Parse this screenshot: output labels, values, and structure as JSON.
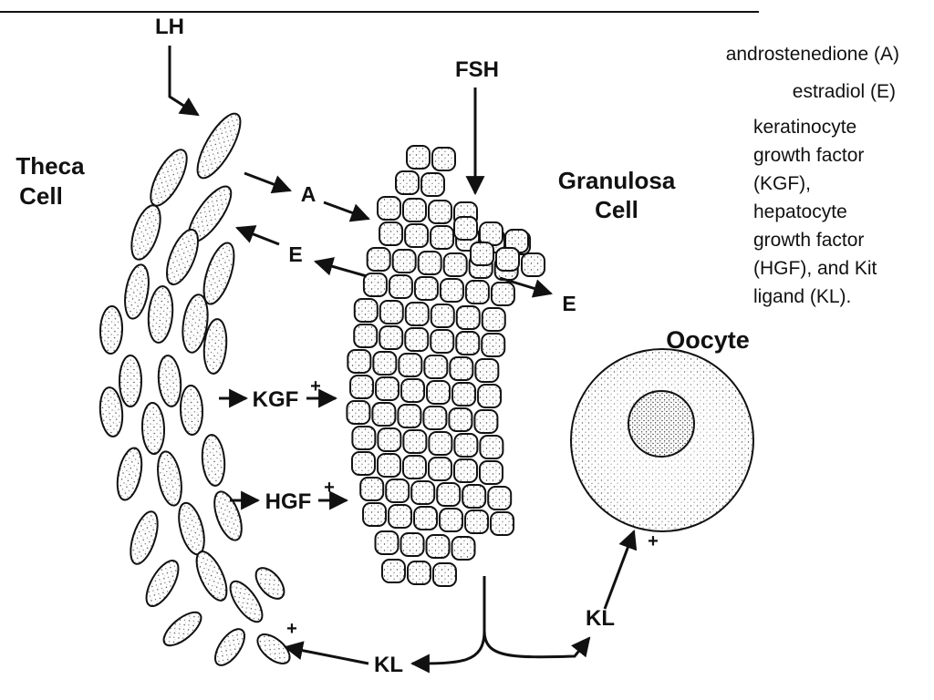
{
  "diagram": {
    "hormones": {
      "lh": "LH",
      "fsh": "FSH"
    },
    "cells": {
      "theca": [
        "Theca",
        "Cell"
      ],
      "granulosa": [
        "Granulosa",
        "Cell"
      ],
      "oocyte": "Oocyte"
    },
    "signals": {
      "a": "A",
      "e_left": "E",
      "e_right": "E",
      "kgf": "KGF",
      "hgf": "HGF",
      "kl_left": "KL",
      "kl_right": "KL",
      "plus": "+"
    }
  },
  "legend": {
    "androstenedione": "androstenedione (A)",
    "estradiol": "estradiol (E)",
    "growth_factors": [
      "keratinocyte",
      "growth factor",
      "(KGF),",
      "hepatocyte",
      "growth factor",
      "(HGF), and Kit",
      "ligand (KL)."
    ]
  }
}
